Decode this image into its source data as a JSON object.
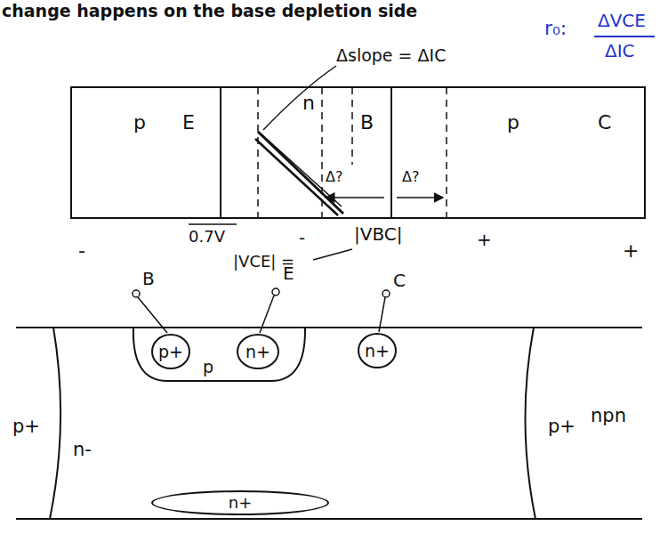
{
  "diagram": {
    "title": "change happens on the base depletion side",
    "nodes": [
      {
        "text": [
          "p",
          "E"
        ]
      },
      {
        "text": [
          "n",
          "B"
        ]
      },
      {
        "text": [
          "p",
          "C"
        ]
      },
      {
        "text": [
          "p"
        ]
      },
      {
        "text": [
          "p+"
        ],
        "in": 3
      },
      {
        "text": [
          "n+"
        ],
        "in": 3
      },
      {
        "text": [
          "n+"
        ]
      },
      {
        "text": [
          "n+"
        ]
      }
    ],
    "labels": [
      "r₀:",
      "ΔVCE",
      "ΔIC",
      "Δslope = ΔIC",
      "Δ?",
      "Δ?",
      "0.7V",
      "-",
      "|VBC|",
      "+",
      "-",
      "+",
      "|VCE| =",
      "B",
      "E",
      "C",
      "n-",
      "p+",
      "p+",
      "npn"
    ]
  }
}
